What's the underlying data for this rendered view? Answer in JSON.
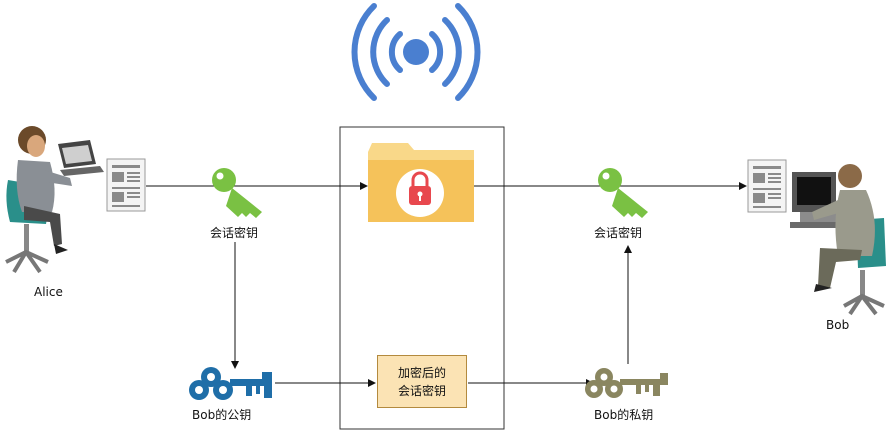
{
  "labels": {
    "alice": "Alice",
    "bob": "Bob",
    "session_key_left": "会话密钥",
    "session_key_right": "会话密钥",
    "bob_public_key": "Bob的公钥",
    "bob_private_key": "Bob的私钥",
    "encrypted_session_key_line1": "加密后的",
    "encrypted_session_key_line2": "会话密钥"
  },
  "colors": {
    "wireless": "#4a7fd0",
    "session_key": "#7ac143",
    "public_key": "#1f6ea8",
    "private_key": "#8a8660",
    "folder": "#f7c65a",
    "lock": "#e8484e",
    "encrypted_box_fill": "#fbe3b4"
  },
  "icons": {
    "wireless": "wireless-signal-icon",
    "alice": "person-at-laptop-icon",
    "bob": "person-at-computer-icon",
    "document": "document-icon",
    "folder": "locked-folder-icon"
  }
}
